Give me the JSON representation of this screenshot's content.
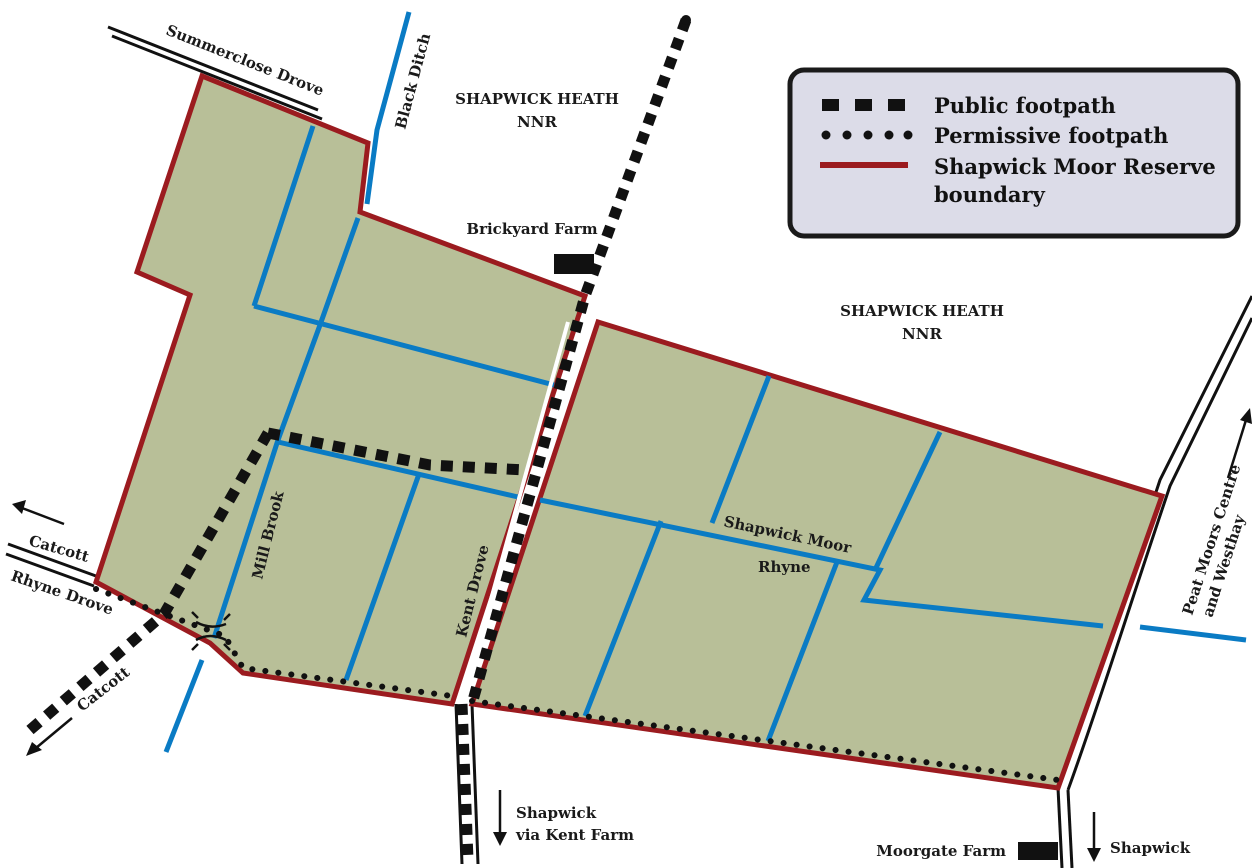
{
  "legend": {
    "items": [
      {
        "label": "Public footpath",
        "symbol": "square-dash-line"
      },
      {
        "label": "Permissive footpath",
        "symbol": "dotted-line"
      },
      {
        "label": "Shapwick Moor Reserve",
        "symbol": "solid-red-line"
      }
    ],
    "boundary_label_line2": "boundary"
  },
  "labels": {
    "summerclose_drove": "Summerclose Drove",
    "black_ditch": "Black Ditch",
    "heath_nnr_top_1": "SHAPWICK HEATH",
    "heath_nnr_top_2": "NNR",
    "heath_nnr_right_1": "SHAPWICK HEATH",
    "heath_nnr_right_2": "NNR",
    "brickyard_farm": "Brickyard Farm",
    "mill_brook": "Mill Brook",
    "kent_drove": "Kent Drove",
    "shapwick_moor_rhyne_1": "Shapwick Moor",
    "shapwick_moor_rhyne_2": "Rhyne",
    "catcott_west": "Catcott",
    "rhyne_drove": "Rhyne Drove",
    "catcott_southwest": "Catcott",
    "peat_moors_1": "Peat Moors Centre",
    "peat_moors_2": "and Westhay",
    "shapwick_kent_farm_1": "Shapwick",
    "shapwick_kent_farm_2": "via Kent Farm",
    "moorgate_farm": "Moorgate Farm",
    "shapwick_south": "Shapwick"
  },
  "colors": {
    "reserve_fill": "#b8bf98",
    "boundary": "#9b1b1f",
    "water": "#0a7bc4",
    "path": "#111111",
    "road": "#111111",
    "legend_bg": "#dcdce8",
    "legend_border": "#1a1a1a",
    "building": "#111111"
  }
}
